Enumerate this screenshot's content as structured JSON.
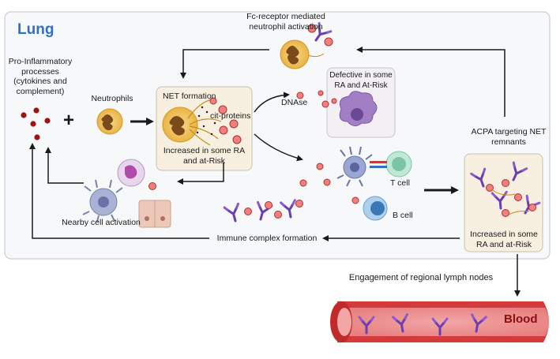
{
  "region_title": "Lung",
  "pro_inflammatory": "Pro-Inflammatory processes (cytokines and complement)",
  "plus_sign": "+",
  "neutrophils": "Neutrophils",
  "net_formation": {
    "title": "NET formation",
    "cit_proteins": "cit-proteins",
    "note": "Increased in some RA and at-Risk"
  },
  "fc_receptor": "Fc-receptor mediated neutrophil activation",
  "dnase": {
    "label": "DNAse",
    "note": "Defective in some RA and At-Risk"
  },
  "acpa": {
    "title": "ACPA targeting NET remnants",
    "note": "Increased in some RA and at-Risk"
  },
  "t_cell": "T cell",
  "b_cell": "B cell",
  "nearby_activation": "Nearby cell activation",
  "immune_complex": "Immune complex formation",
  "lymph_nodes": "Engagement of regional lymph nodes",
  "blood": "Blood"
}
